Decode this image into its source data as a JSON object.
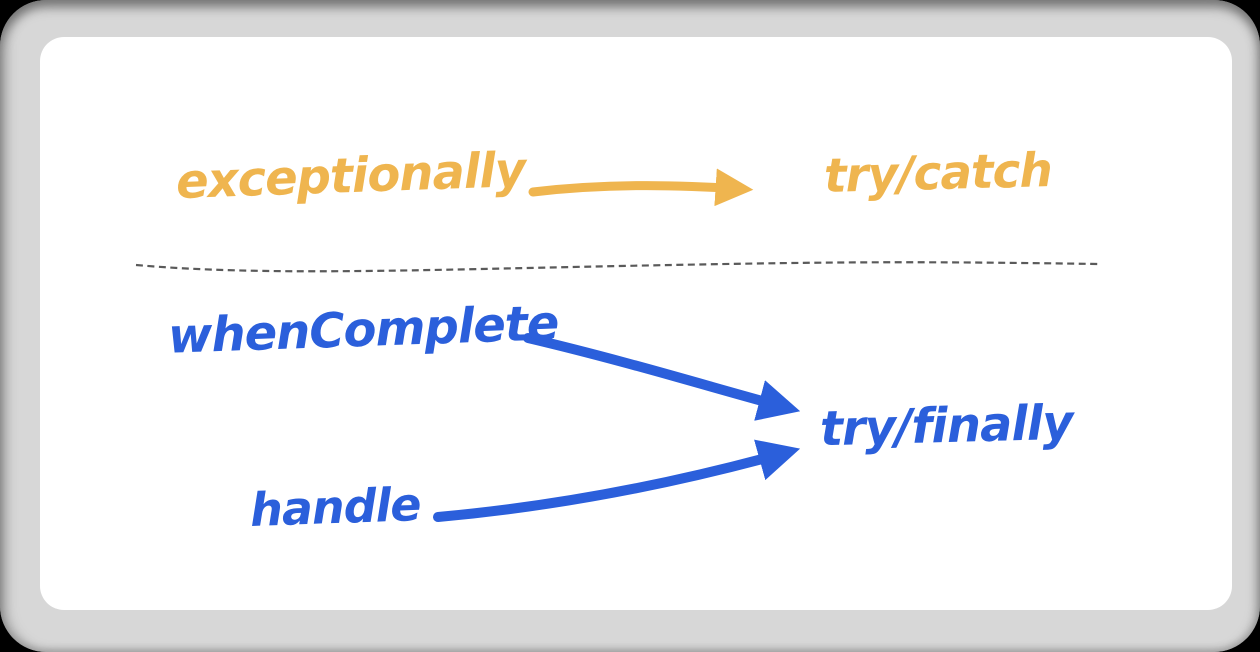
{
  "diagram": {
    "top_section": {
      "from_label": "exceptionally",
      "to_label": "try/catch"
    },
    "bottom_section": {
      "from_label_1": "whenComplete",
      "from_label_2": "handle",
      "to_label": "try/finally"
    }
  },
  "colors": {
    "accent-orange": "#efb54f",
    "accent-blue": "#2b5fdb",
    "divider": "#5a5a5a",
    "frame": "#d7d7d7",
    "canvas": "#ffffff",
    "page-bg": "#000000"
  }
}
